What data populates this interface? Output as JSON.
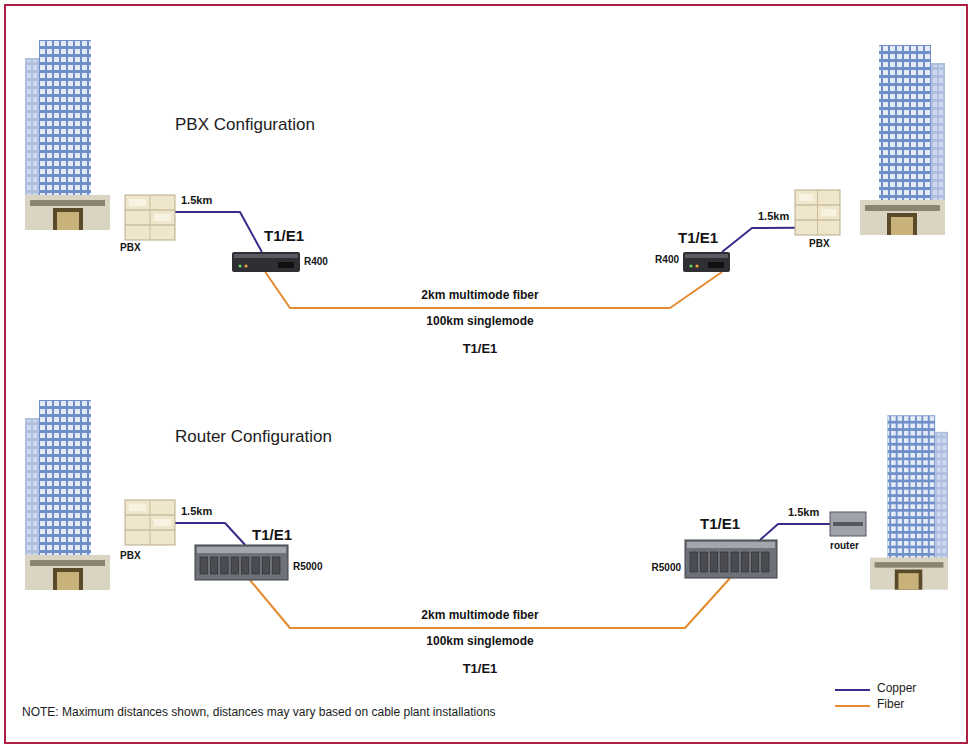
{
  "diagram": {
    "nodes": [
      {
        "text": [
          "PBX"
        ]
      },
      {
        "text": [
          "R400"
        ]
      },
      {
        "text": [
          "R400"
        ]
      },
      {
        "text": [
          "PBX"
        ]
      },
      {
        "text": [
          "PBX"
        ]
      },
      {
        "text": [
          "R5000"
        ]
      },
      {
        "text": [
          "R5000"
        ]
      },
      {
        "text": [
          "router"
        ]
      }
    ],
    "edges": [
      {
        "from": 0,
        "to": 1,
        "arrow": "none",
        "label": "1.5km"
      },
      {
        "from": 1,
        "to": 2,
        "arrow": "none",
        "label": "2km multimode fiber"
      },
      {
        "from": 2,
        "to": 3,
        "arrow": "none",
        "label": "1.5km"
      },
      {
        "from": 4,
        "to": 5,
        "arrow": "none",
        "label": "1.5km"
      },
      {
        "from": 5,
        "to": 6,
        "arrow": "none",
        "label": "2km multimode fiber"
      },
      {
        "from": 6,
        "to": 7,
        "arrow": "none",
        "label": "1.5km"
      }
    ],
    "labels": [
      "PBX Configuration",
      "T1/E1",
      "T1/E1",
      "100km singlemode",
      "T1/E1",
      "Router Configuration",
      "T1/E1",
      "T1/E1",
      "100km singlemode",
      "T1/E1",
      "NOTE: Maximum distances shown, distances may vary based on cable plant installations"
    ],
    "legend": [
      {
        "text": "Copper"
      },
      {
        "text": "Fiber"
      }
    ]
  }
}
